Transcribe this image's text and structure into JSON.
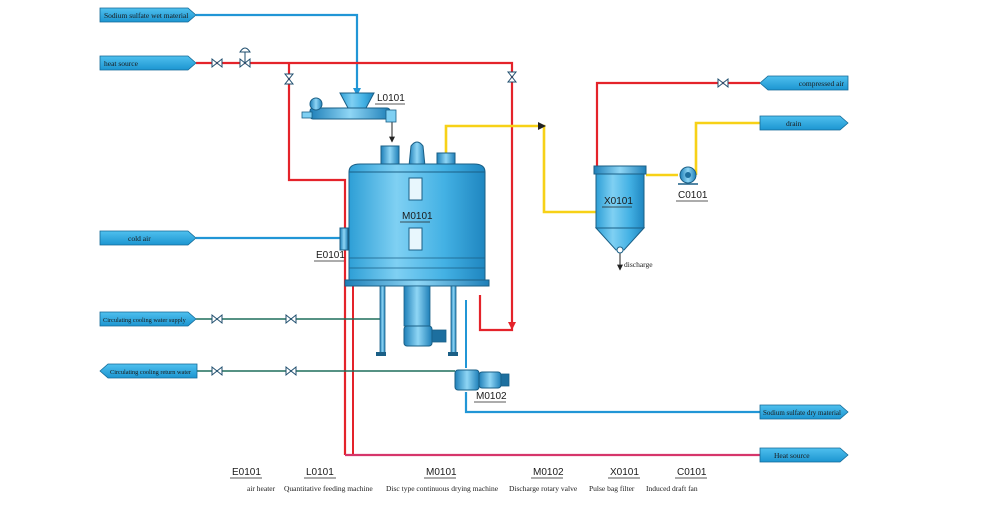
{
  "colors": {
    "red": "#e4232a",
    "blue": "#2196d6",
    "yellow": "#f7d117",
    "green": "#1f6e5b",
    "pink": "#d6366b",
    "tag_fill": "#2aa8e0",
    "vessel": "#48b7e8"
  },
  "streams": {
    "wet_material": "Sodium sulfate wet material",
    "heat_source_in": "heat source",
    "compressed_air": "compressed air",
    "drain": "drain",
    "cold_air": "cold air",
    "cw_supply": "Circulating cooling water supply",
    "cw_return": "Circulating cooling return water",
    "dry_material": "Sodium sulfate dry material",
    "heat_source_out": "Heat source"
  },
  "equipment": {
    "L0101": "L0101",
    "M0101": "M0101",
    "E0101": "E0101",
    "X0101": "X0101",
    "C0101": "C0101",
    "M0102": "M0102"
  },
  "annotations": {
    "discharge": "discharge"
  },
  "legend": [
    {
      "code": "E0101",
      "name": "air heater"
    },
    {
      "code": "L0101",
      "name": "Quantitative feeding machine"
    },
    {
      "code": "M0101",
      "name": "Disc type continuous drying machine"
    },
    {
      "code": "M0102",
      "name": "Discharge rotary valve"
    },
    {
      "code": "X0101",
      "name": "Pulse bag filter"
    },
    {
      "code": "C0101",
      "name": "Induced draft fan"
    }
  ]
}
